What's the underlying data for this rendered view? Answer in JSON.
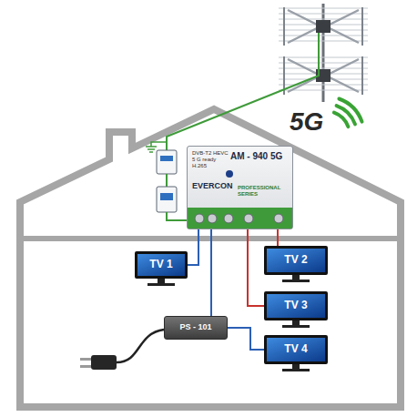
{
  "diagram": {
    "nodes": [
      {
        "text": [
          "AM - 940 5G",
          "EVERCON",
          "DVB-T2 HEVC 5 G ready H.265",
          "PROFESSIONAL SERIES"
        ]
      },
      {
        "text": [
          "TV 1"
        ]
      },
      {
        "text": [
          "TV 2"
        ]
      },
      {
        "text": [
          "TV 3"
        ]
      },
      {
        "text": [
          "TV 4"
        ]
      },
      {
        "text": [
          "PS - 101"
        ]
      }
    ],
    "edges": [
      {
        "from": 0,
        "to": 1,
        "arrow": "none"
      },
      {
        "from": 0,
        "to": 2,
        "arrow": "none"
      },
      {
        "from": 0,
        "to": 3,
        "arrow": "none"
      },
      {
        "from": 0,
        "to": 5,
        "arrow": "none"
      },
      {
        "from": 5,
        "to": 4,
        "arrow": "none"
      }
    ],
    "labels": [
      "5G"
    ]
  }
}
